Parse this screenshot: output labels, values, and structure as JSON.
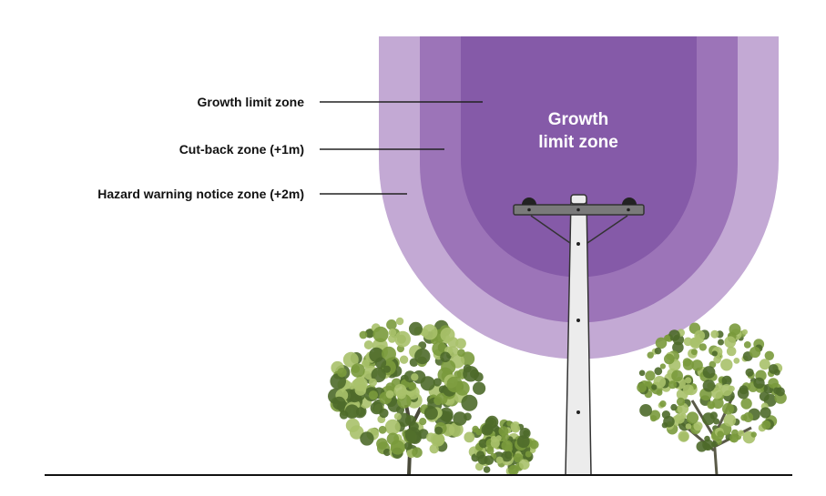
{
  "labels": {
    "growth_limit": "Growth limit zone",
    "cut_back": "Cut-back zone (+1m)",
    "hazard_warning": "Hazard warning notice zone (+2m)"
  },
  "zone_title": {
    "line1": "Growth",
    "line2": "limit zone"
  },
  "colors": {
    "hazard_zone": "#c3a9d4",
    "cutback_zone": "#9c74b8",
    "growth_zone": "#855aa8",
    "ground": "#111111",
    "pole_fill": "#ececec",
    "pole_outline": "#333333",
    "tree_dark": "#4e6a2a",
    "tree_mid": "#7a9a3c",
    "tree_light": "#a9c16a"
  }
}
